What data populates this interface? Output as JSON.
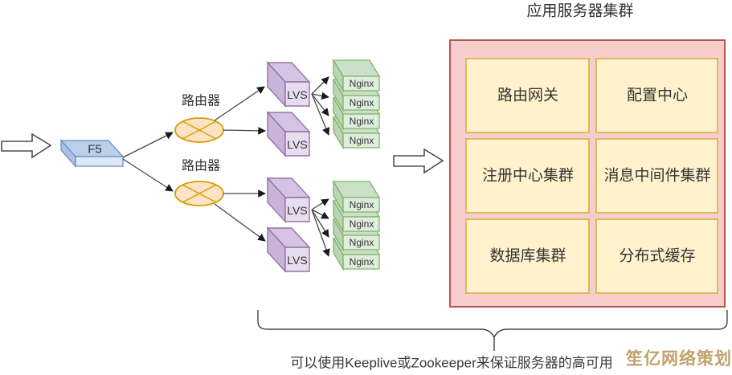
{
  "app_cluster": {
    "title": "应用服务器集群",
    "cells": [
      {
        "label": "路由网关"
      },
      {
        "label": "配置中心"
      },
      {
        "label": "注册中心集群"
      },
      {
        "label": "消息中间件集群"
      },
      {
        "label": "数据库集群"
      },
      {
        "label": "分布式缓存"
      }
    ]
  },
  "nodes": {
    "f5_label": "F5",
    "router_label": "路由器",
    "lvs_label": "LVS",
    "nginx_label": "Nginx"
  },
  "annotation": {
    "note": "可以使用Keeplive或Zookeeper来保证服务器的高可用"
  },
  "watermark": "笙亿网络策划",
  "colors": {
    "f5_top": "#b9cfea",
    "f5_side": "#a9c3e3",
    "f5_front": "#dce9f7",
    "f5_stroke": "#6c8ebf",
    "router_fill": "#fce3c3",
    "router_stroke": "#d79b00",
    "lvs_top": "#d4c3e2",
    "lvs_side": "#c9b4d9",
    "lvs_front": "#e7ddef",
    "lvs_stroke": "#9673a6",
    "nginx_top": "#cbe0c8",
    "nginx_side": "#b9d5b5",
    "nginx_front": "#dfeddd",
    "nginx_stroke": "#82b366",
    "cluster_fill": "#f8cecc",
    "cluster_stroke": "#b85450",
    "cell_fill": "#fff2cc",
    "cell_stroke": "#d6b656",
    "connector_line": "#474747",
    "text": "#333333",
    "watermark": "#c2a269"
  }
}
